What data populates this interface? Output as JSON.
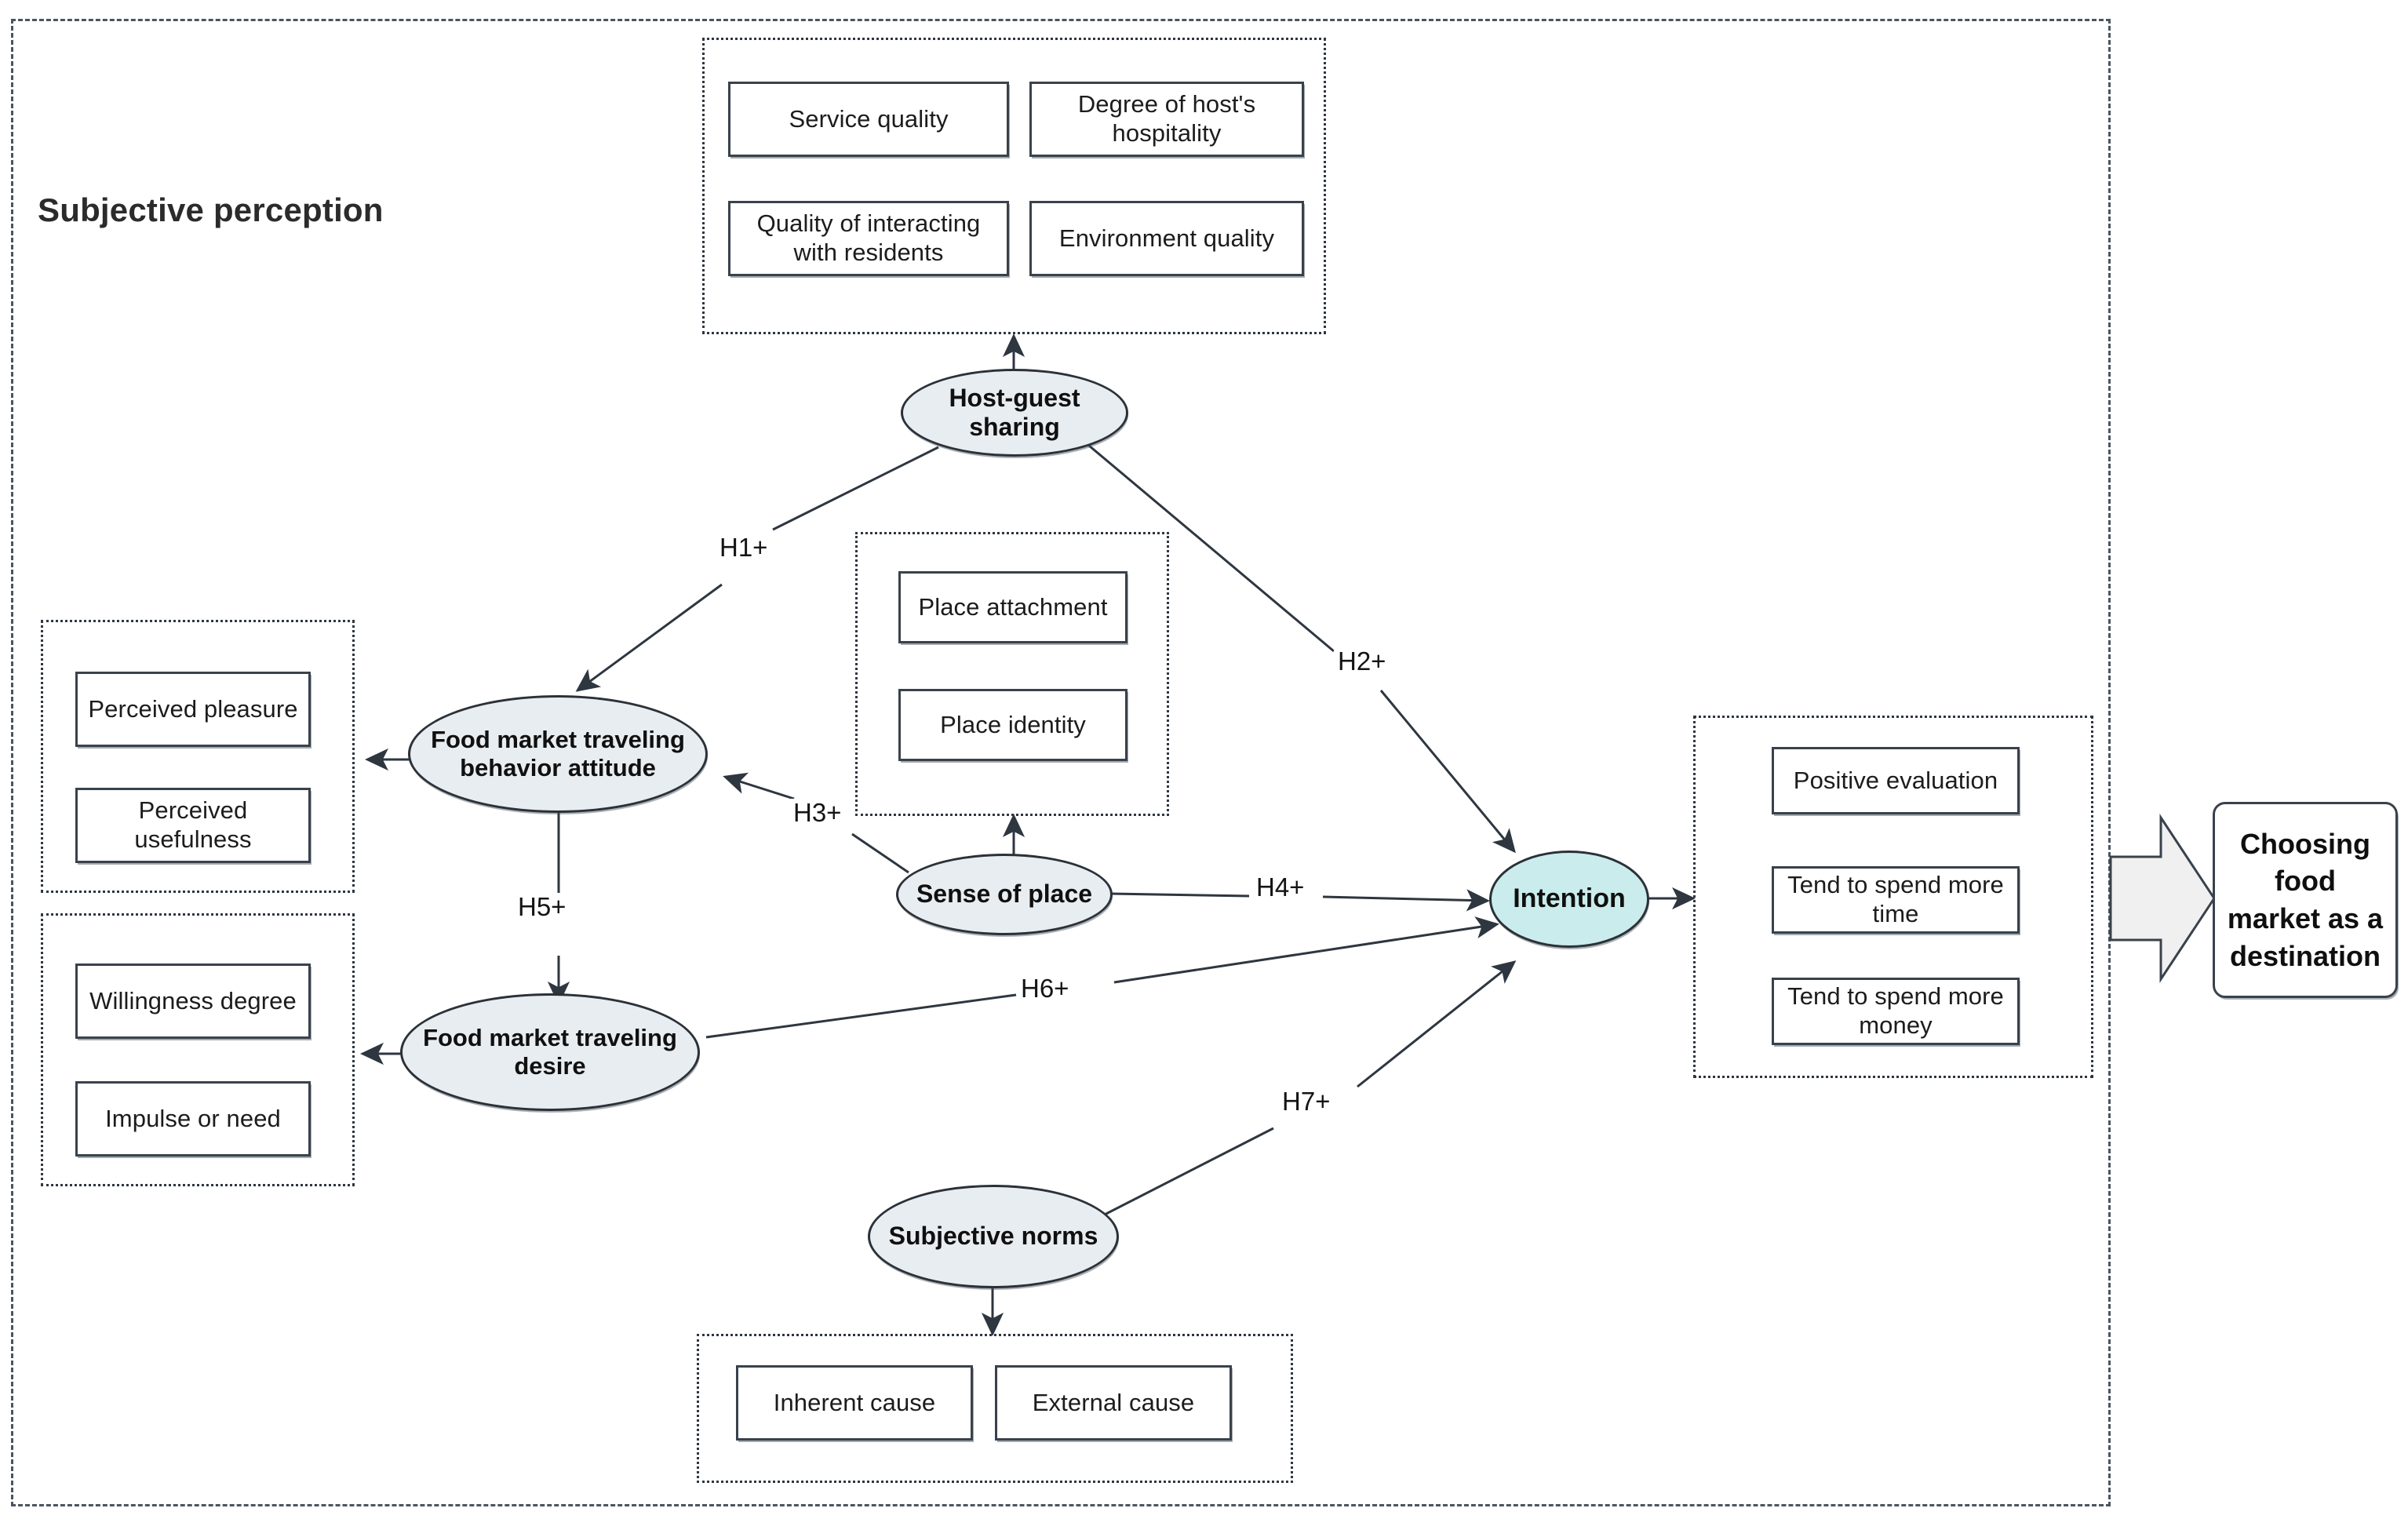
{
  "figure": {
    "section_title": "Subjective perception",
    "outer_frame_style": "dashed"
  },
  "groups": {
    "host_guest_indicators": {
      "name": "host-guest-sharing-indicators",
      "items": [
        "Service quality",
        "Degree of host's hospitality",
        "Quality of interacting with residents",
        "Environment quality"
      ]
    },
    "attitude_indicators": {
      "name": "attitude-indicators",
      "items": [
        "Perceived pleasure",
        "Perceived usefulness"
      ]
    },
    "desire_indicators": {
      "name": "desire-indicators",
      "items": [
        "Willingness degree",
        "Impulse or need"
      ]
    },
    "sense_of_place_indicators": {
      "name": "sense-of-place-indicators",
      "items": [
        "Place attachment",
        "Place identity"
      ]
    },
    "subjective_norms_indicators": {
      "name": "subjective-norms-indicators",
      "items": [
        "Inherent cause",
        "External cause"
      ]
    },
    "intention_indicators": {
      "name": "intention-indicators",
      "items": [
        "Positive evaluation",
        "Tend to spend more time",
        "Tend to spend more money"
      ]
    }
  },
  "nodes": {
    "host_guest_sharing": "Host-guest sharing",
    "attitude": "Food market traveling behavior attitude",
    "sense_of_place": "Sense of place",
    "desire": "Food market traveling desire",
    "subjective_norms": "Subjective norms",
    "intention": "Intention"
  },
  "outcome": {
    "label": "Choosing food market as a destination"
  },
  "hypotheses": [
    {
      "id": "H1",
      "label": "H1+",
      "from": "Host-guest sharing",
      "to": "Food market traveling behavior attitude"
    },
    {
      "id": "H2",
      "label": "H2+",
      "from": "Host-guest sharing",
      "to": "Intention"
    },
    {
      "id": "H3",
      "label": "H3+",
      "from": "Sense of place",
      "to": "Food market traveling behavior attitude"
    },
    {
      "id": "H4",
      "label": "H4+",
      "from": "Sense of place",
      "to": "Intention"
    },
    {
      "id": "H5",
      "label": "H5+",
      "from": "Food market traveling behavior attitude",
      "to": "Food market traveling desire"
    },
    {
      "id": "H6",
      "label": "H6+",
      "from": "Food market traveling desire",
      "to": "Intention"
    },
    {
      "id": "H7",
      "label": "H7+",
      "from": "Subjective norms",
      "to": "Intention"
    }
  ],
  "colors": {
    "node_fill": "#e8edf1",
    "intention_fill": "#caecec",
    "stroke": "#2e3640",
    "outcome_arrow_fill": "#f0f0f0",
    "frame": "#4a5560"
  }
}
